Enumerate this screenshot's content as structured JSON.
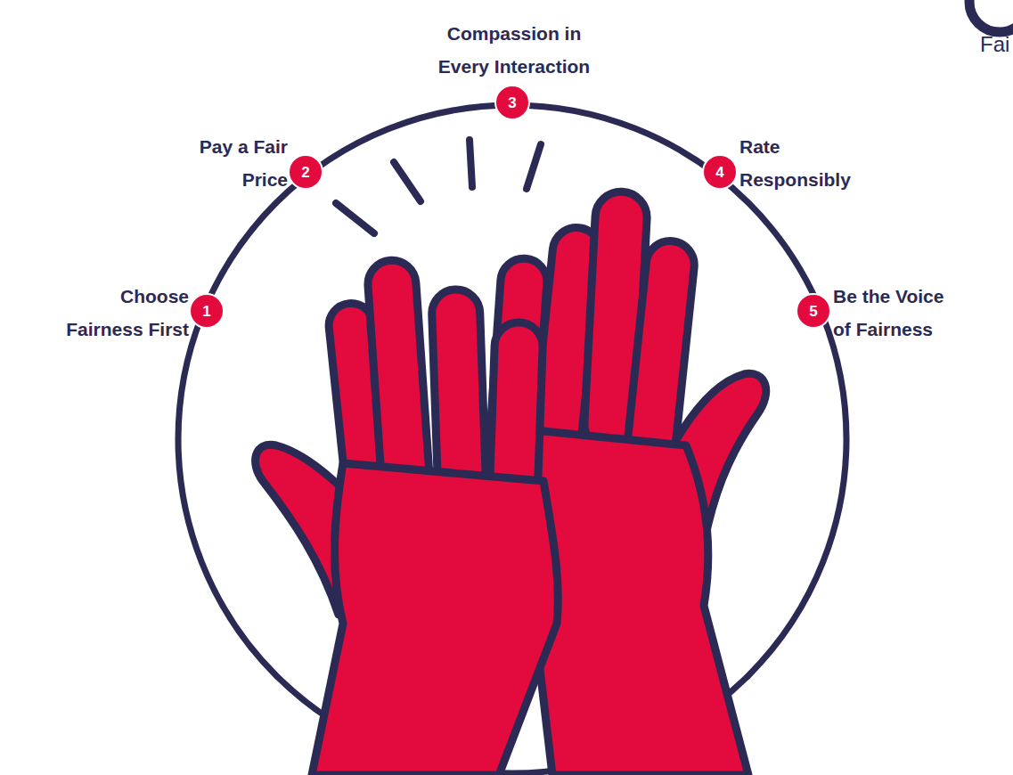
{
  "diagram": {
    "nodes": [
      {
        "text": [
          "1",
          "Choose Fairness First"
        ]
      },
      {
        "text": [
          "2",
          "Pay a Fair Price"
        ]
      },
      {
        "text": [
          "3",
          "Compassion in Every Interaction"
        ]
      },
      {
        "text": [
          "4",
          "Rate Responsibly"
        ]
      },
      {
        "text": [
          "5",
          "Be the Voice of Fairness"
        ]
      }
    ],
    "labels": [
      "Fai"
    ]
  }
}
